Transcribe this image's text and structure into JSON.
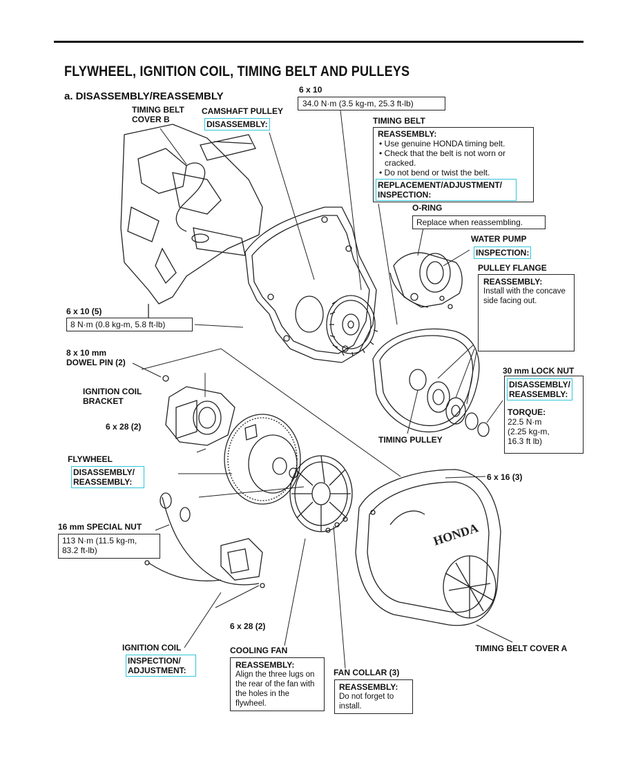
{
  "title": "FLYWHEEL, IGNITION COIL, TIMING BELT AND PULLEYS",
  "section": "a. DISASSEMBLY/REASSEMBLY",
  "labels": {
    "bolt_6x10_top": "6 x 10",
    "torque_6x10_top": "34.0 N·m (3.5 kg-m, 25.3 ft-lb)",
    "timing_belt_cover_b_1": "TIMING BELT",
    "timing_belt_cover_b_2": "COVER B",
    "camshaft_pulley": "CAMSHAFT PULLEY",
    "camshaft_pulley_action": "DISASSEMBLY:",
    "timing_belt": "TIMING BELT",
    "timing_belt_note_head": "REASSEMBLY:",
    "timing_belt_note_1": "• Use genuine HONDA timing belt.",
    "timing_belt_note_2": "• Check that the belt is not worn or cracked.",
    "timing_belt_note_3": "• Do not bend or twist the belt.",
    "timing_belt_action_1": "REPLACEMENT/ADJUSTMENT/",
    "timing_belt_action_2": "INSPECTION:",
    "o_ring": "O-RING",
    "o_ring_note": "Replace when reassembling.",
    "water_pump": "WATER PUMP",
    "water_pump_action": "INSPECTION:",
    "pulley_flange": "PULLEY FLANGE",
    "pulley_flange_note_head": "REASSEMBLY:",
    "pulley_flange_note": "Install with the concave side facing out.",
    "bolt_6x10_5": "6 x 10 (5)",
    "torque_6x10_5": "8 N·m (0.8 kg-m, 5.8 ft-lb)",
    "dowel_1": "8 x 10 mm",
    "dowel_2": "DOWEL PIN (2)",
    "lock_nut": "30 mm LOCK NUT",
    "lock_nut_action_1": "DISASSEMBLY/",
    "lock_nut_action_2": "REASSEMBLY:",
    "lock_nut_torque_head": "TORQUE:",
    "lock_nut_torque_1": "22.5 N·m",
    "lock_nut_torque_2": "(2.25 kg-m,",
    "lock_nut_torque_3": "16.3 ft lb)",
    "ignition_coil_bracket_1": "IGNITION COIL",
    "ignition_coil_bracket_2": "BRACKET",
    "bolt_6x28_upper": "6 x 28 (2)",
    "timing_pulley": "TIMING PULLEY",
    "flywheel": "FLYWHEEL",
    "flywheel_action_1": "DISASSEMBLY/",
    "flywheel_action_2": "REASSEMBLY:",
    "bolt_6x16": "6 x 16 (3)",
    "special_nut": "16 mm SPECIAL NUT",
    "special_nut_torque_1": "113 N·m (11.5 kg-m,",
    "special_nut_torque_2": "83.2 ft-lb)",
    "bolt_6x28_lower": "6 x 28 (2)",
    "ignition_coil": "IGNITION COIL",
    "ignition_coil_action_1": "INSPECTION/",
    "ignition_coil_action_2": "ADJUSTMENT:",
    "cooling_fan": "COOLING FAN",
    "cooling_fan_note_head": "REASSEMBLY:",
    "cooling_fan_note": "Align the three lugs on the rear of the fan with the holes in the flywheel.",
    "fan_collar": "FAN COLLAR (3)",
    "fan_collar_note_head": "REASSEMBLY:",
    "fan_collar_note": "Do not forget to install.",
    "timing_belt_cover_a": "TIMING BELT COVER A",
    "cover_brand": "HONDA"
  },
  "colors": {
    "ink": "#111111",
    "highlight_box": "#2fc4d8",
    "paper": "#ffffff"
  }
}
